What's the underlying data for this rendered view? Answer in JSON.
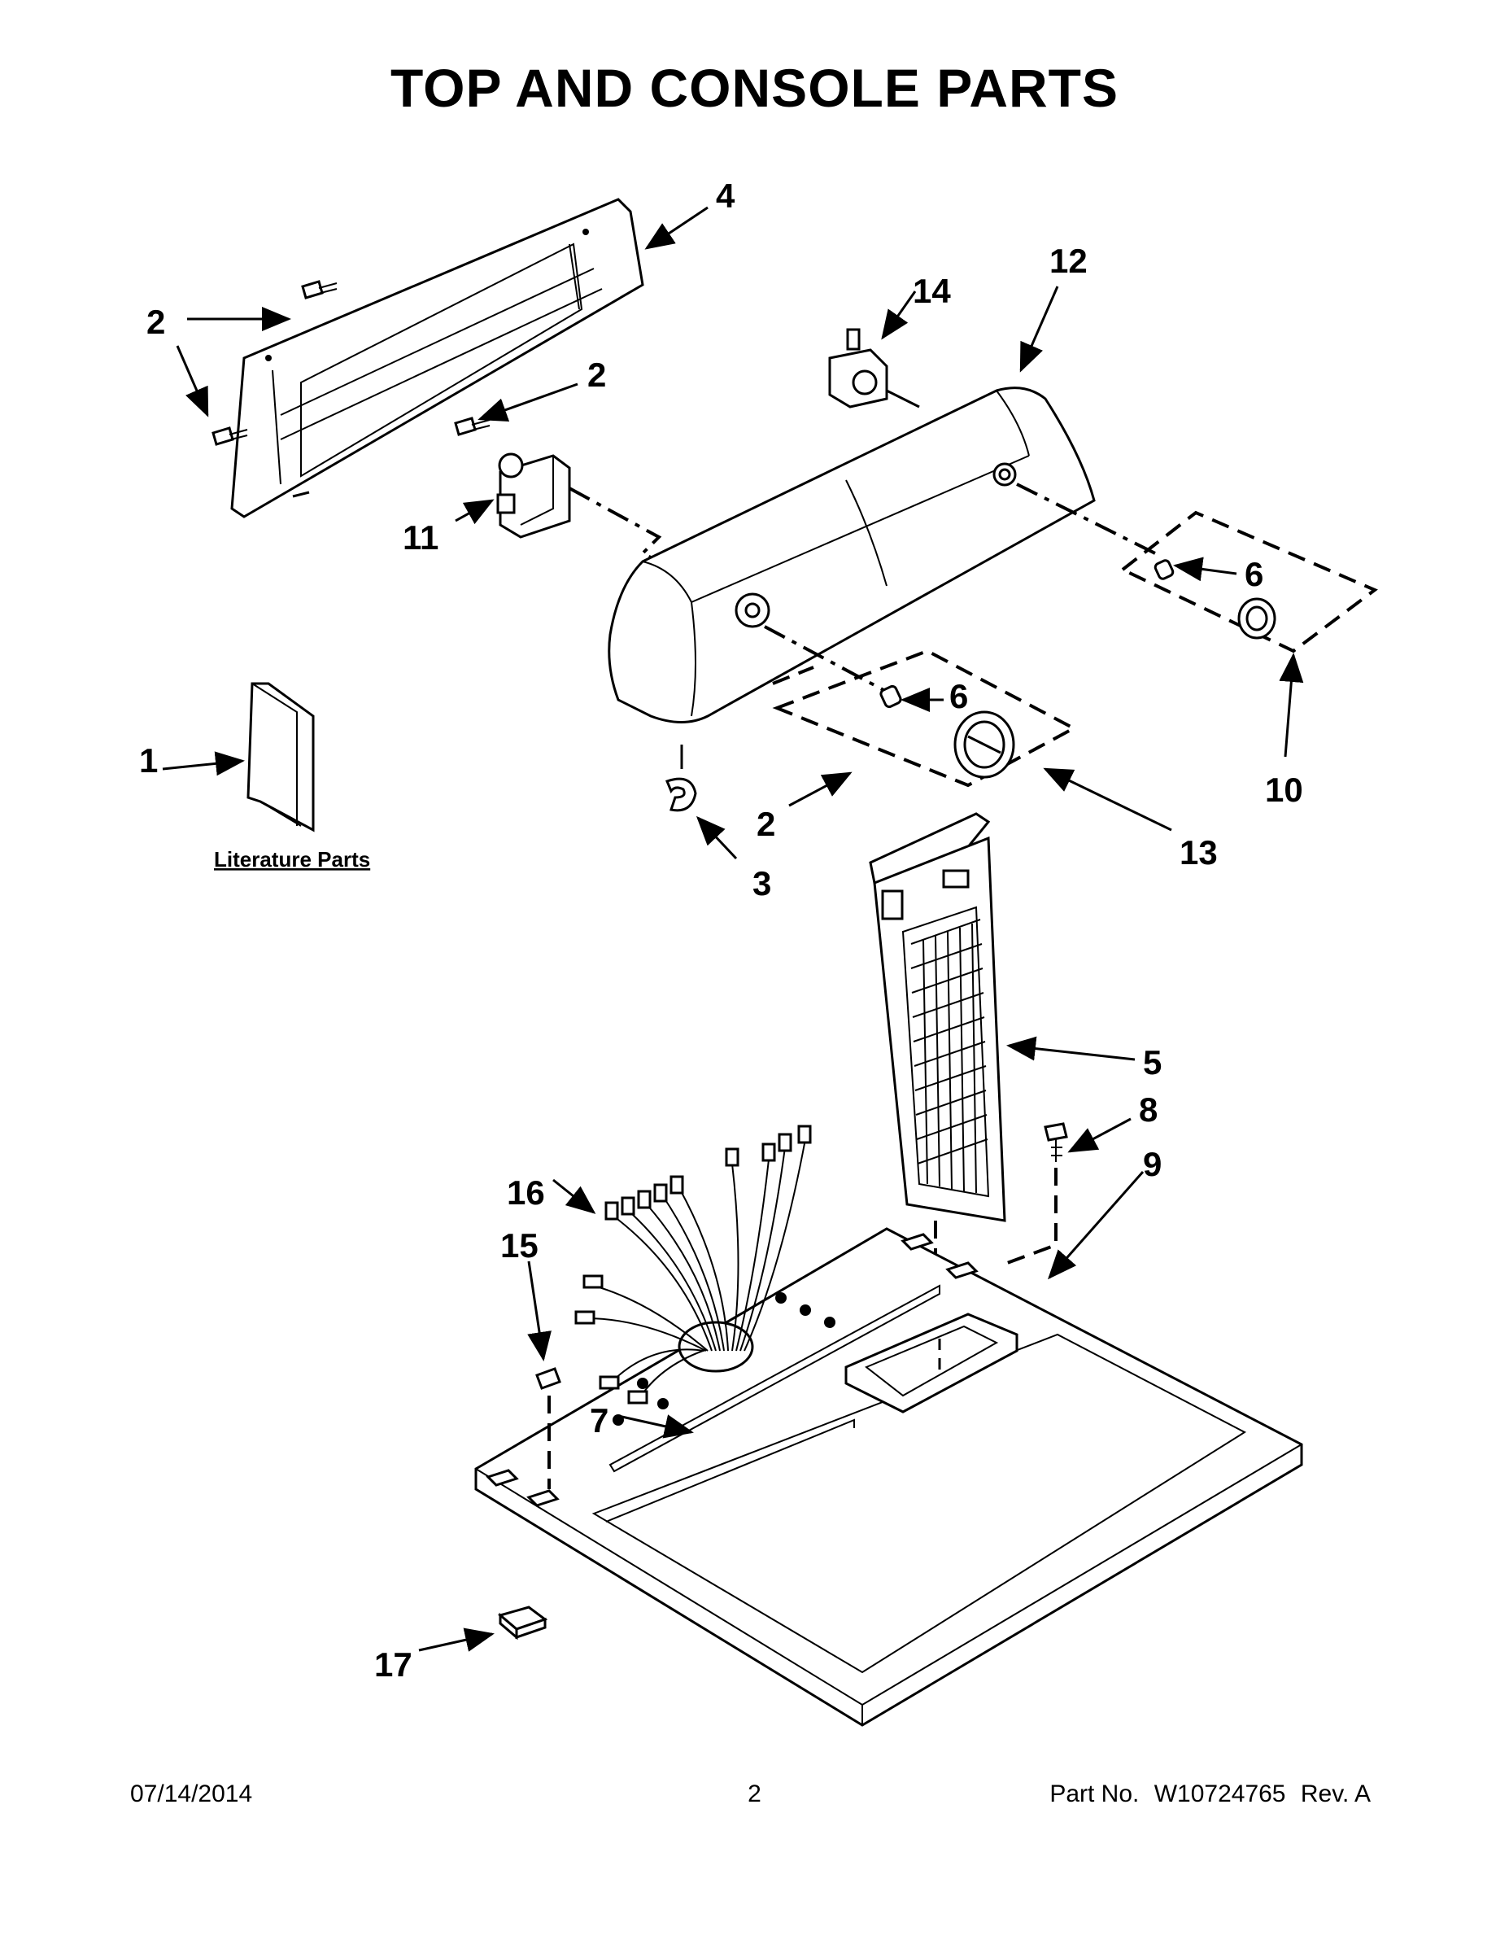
{
  "page": {
    "title": "TOP AND CONSOLE PARTS"
  },
  "callouts": {
    "c1": "1",
    "c2a": "2",
    "c2b": "2",
    "c2c": "2",
    "c3": "3",
    "c4": "4",
    "c5": "5",
    "c6a": "6",
    "c6b": "6",
    "c7": "7",
    "c8": "8",
    "c9": "9",
    "c10": "10",
    "c11": "11",
    "c12": "12",
    "c13": "13",
    "c14": "14",
    "c15": "15",
    "c16": "16",
    "c17": "17"
  },
  "literature": {
    "label": "Literature Parts"
  },
  "footer": {
    "date": "07/14/2014",
    "page_number": "2",
    "part_label": "Part No.",
    "part_number": "W10724765",
    "revision": "Rev.  A"
  }
}
